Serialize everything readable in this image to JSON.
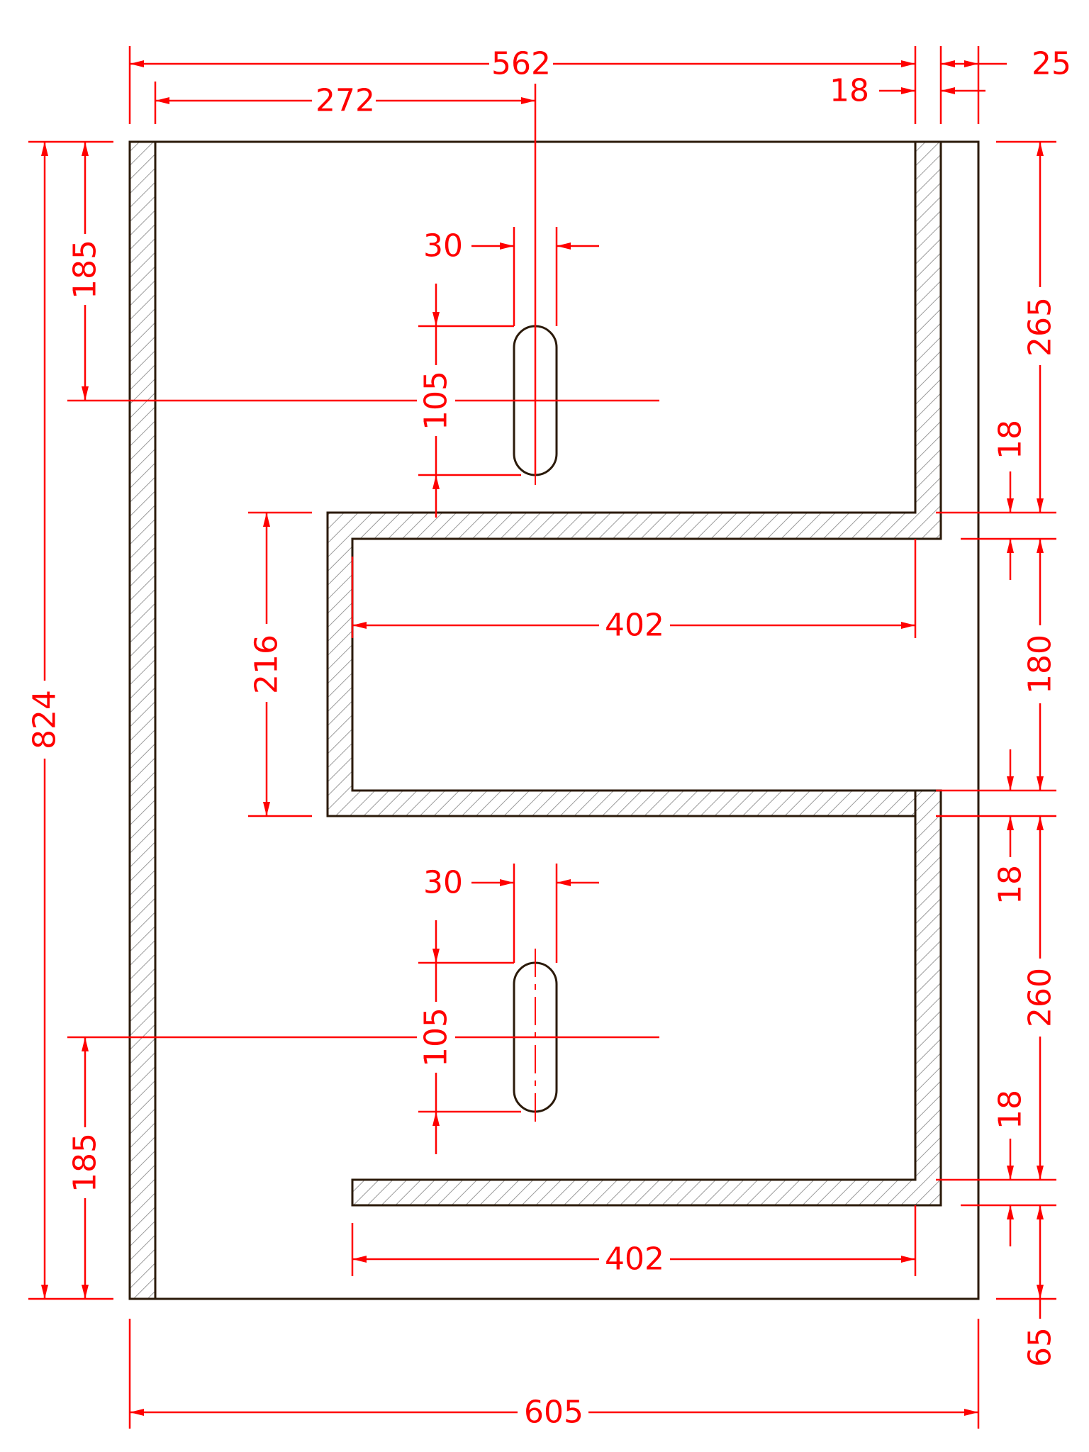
{
  "colors": {
    "dimension": "#ff0000",
    "outline": "#2b1a0a",
    "hatch": "#9a9a9a",
    "background": "#ffffff"
  },
  "dimensions": {
    "overall_width_top": "562",
    "right_offset": "25",
    "slot_position": "272",
    "panel_thickness_top": "18",
    "overall_height": "824",
    "upper_slot_from_top": "185",
    "lower_slot_from_bottom": "185",
    "upper_slot_width": "30",
    "upper_slot_length": "105",
    "lower_slot_width": "30",
    "lower_slot_length": "105",
    "upper_shelf_width": "402",
    "lower_shelf_width": "402",
    "middle_opening": "216",
    "right_upper_height": "265",
    "right_upper_thickness": "18",
    "right_middle_height": "180",
    "right_middle_thickness": "18",
    "right_lower_height": "260",
    "right_lower_thickness": "18",
    "right_base": "65",
    "overall_width_bottom": "605"
  }
}
